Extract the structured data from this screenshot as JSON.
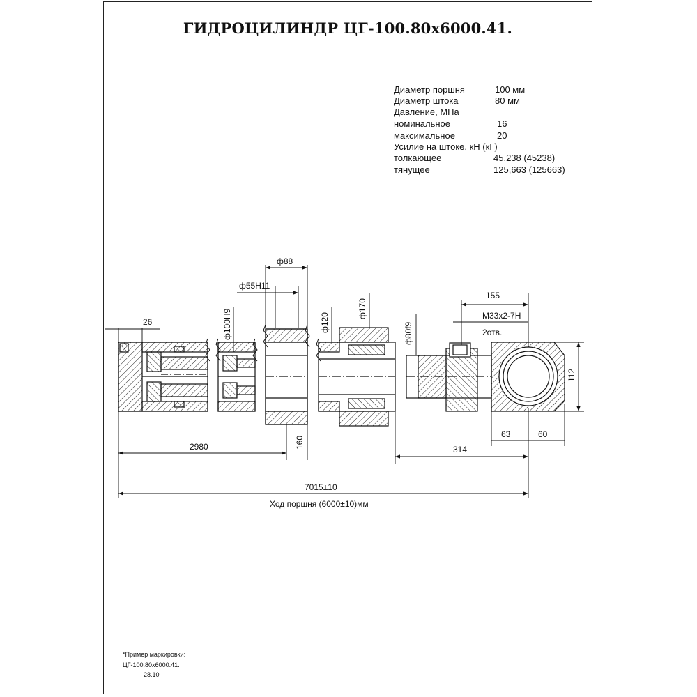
{
  "title": "ГИДРОЦИЛИНДР ЦГ-100.80х6000.41.",
  "specs": [
    {
      "label": "Диаметр поршня",
      "value": "100 мм"
    },
    {
      "label": "Диаметр штока",
      "value": "80 мм"
    },
    {
      "label": "Давление, МПа",
      "value": ""
    },
    {
      "label": "номинальное",
      "value": "16"
    },
    {
      "label": "максимальное",
      "value": "20"
    },
    {
      "label": "Усилие на штоке, кН (кГ)",
      "value": ""
    },
    {
      "label": "толкающее",
      "value": "45,238 (45238)"
    },
    {
      "label": "тянущее",
      "value": "125,663 (125663)"
    }
  ],
  "dimensions": {
    "d88": "ф88",
    "d55": "ф55H11",
    "d100": "ф100H9",
    "d120": "ф120",
    "d170": "ф170",
    "d80": "ф80f9",
    "len26": "26",
    "len155": "155",
    "thread": "М33х2-7H",
    "holes": "2отв.",
    "h112": "112",
    "len63": "63",
    "len60": "60",
    "len2980": "2980",
    "len160": "160",
    "len314": "314",
    "total": "7015±10",
    "stroke": "Ход поршня (6000±10)мм"
  },
  "note": {
    "line1": "*Пример маркировки:",
    "line2": "ЦГ-100.80х6000.41.",
    "line3": "28.10"
  }
}
